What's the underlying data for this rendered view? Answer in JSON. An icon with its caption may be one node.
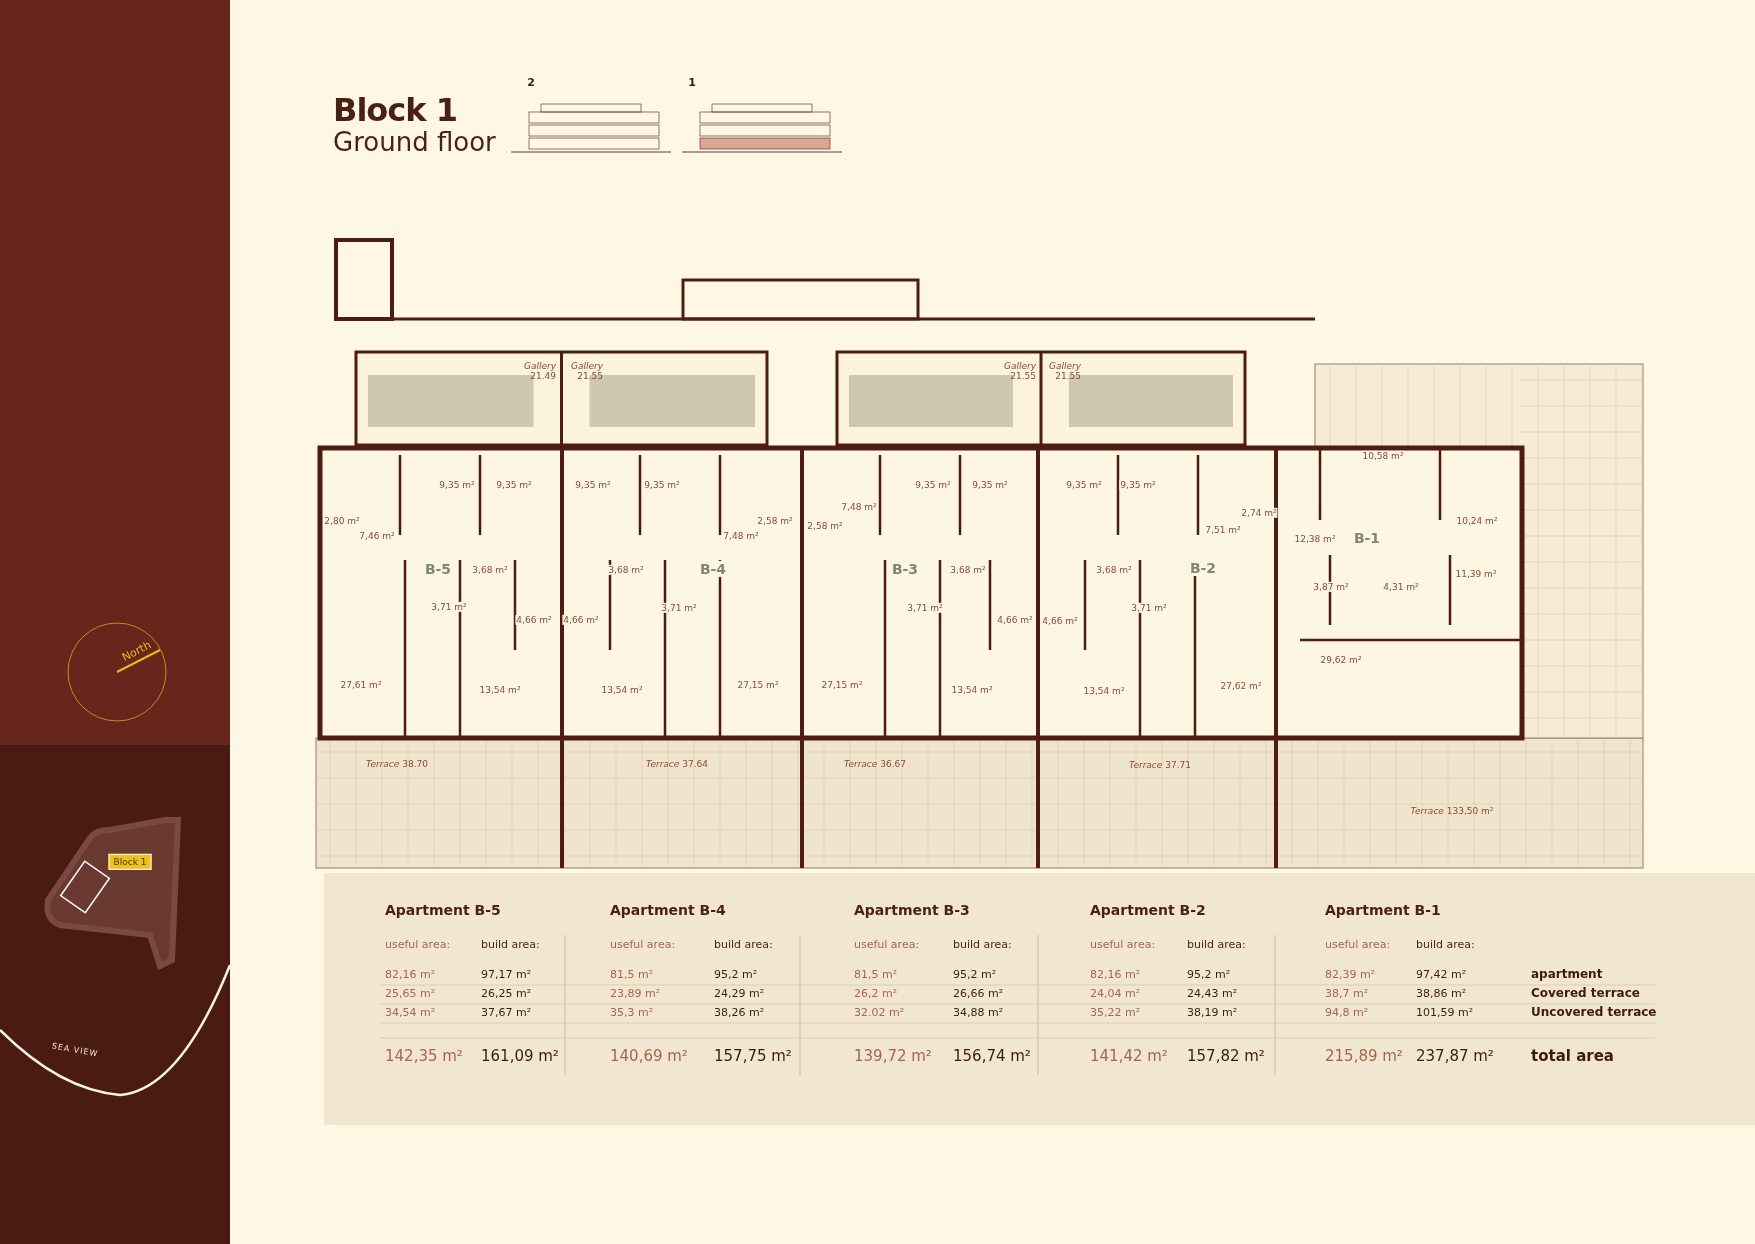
{
  "diagram": {
    "title": "Block 1",
    "labels": [
      "Ground floor",
      "2",
      "1",
      "*Gallery* 21.49",
      "*Gallery* 21.55",
      "*Gallery* 21.55",
      "*Gallery* 21.55",
      "2,80 m²",
      "7,46 m²",
      "9,35 m²",
      "9,35 m²",
      "B-5",
      "3,68 m²",
      "3,71 m²",
      "4,66 m²",
      "27,61 m²",
      "13,54 m²",
      "9,35 m²",
      "9,35 m²",
      "7,48 m²",
      "2,58 m²",
      "3,68 m²",
      "B-4",
      "4,66 m²",
      "3,71 m²",
      "13,54 m²",
      "27,15 m²",
      "2,58 m²",
      "7,48 m²",
      "9,35 m²",
      "9,35 m²",
      "B-3",
      "3,68 m²",
      "3,71 m²",
      "4,66 m²",
      "27,15 m²",
      "13,54 m²",
      "9,35 m²",
      "9,35 m²",
      "7,51 m²",
      "2,74 m²",
      "3,68 m²",
      "B-2",
      "4,66 m²",
      "3,71 m²",
      "13,54 m²",
      "27,62 m²",
      "10,58 m²",
      "10,24 m²",
      "12,38 m²",
      "B-1",
      "11,39 m²",
      "3,87 m²",
      "4,31 m²",
      "29,62 m²",
      "*Terrace* 38.70",
      "*Terrace* 37.64",
      "*Terrace* 36.67",
      "*Terrace* 37.71",
      "*Terrace* 133,50 m²",
      "Apartment B-5",
      "Apartment B-4",
      "Apartment B-3",
      "Apartment B-2",
      "Apartment B-1",
      "useful area:",
      "build area:",
      "useful area:",
      "build area:",
      "useful area:",
      "build area:",
      "useful area:",
      "build area:",
      "useful area:",
      "build area:",
      "82,16 m²",
      "97,17 m²",
      "81,5 m²",
      "95,2 m²",
      "81,5 m²",
      "95,2 m²",
      "82,16 m²",
      "95,2 m²",
      "82,39 m²",
      "97,42 m²",
      "apartment",
      "25,65 m²",
      "26,25 m²",
      "23,89 m²",
      "24,29 m²",
      "26,2 m²",
      "26,66 m²",
      "24,04 m²",
      "24,43 m²",
      "38,7 m²",
      "38,86 m²",
      "Covered terrace",
      "34,54 m²",
      "37,67 m²",
      "35,3 m²",
      "38,26 m²",
      "32.02 m²",
      "34,88 m²",
      "35,22 m²",
      "38,19 m²",
      "94,8 m²",
      "101,59 m²",
      "Uncovered terrace",
      "142,35 m²",
      "161,09 m²",
      "140,69 m²",
      "157,75 m²",
      "139,72 m²",
      "156,74 m²",
      "141,42 m²",
      "157,82 m²",
      "215,89 m²",
      "237,87 m²",
      "total area",
      "North",
      "Block 1",
      "SEA VIEW"
    ]
  }
}
